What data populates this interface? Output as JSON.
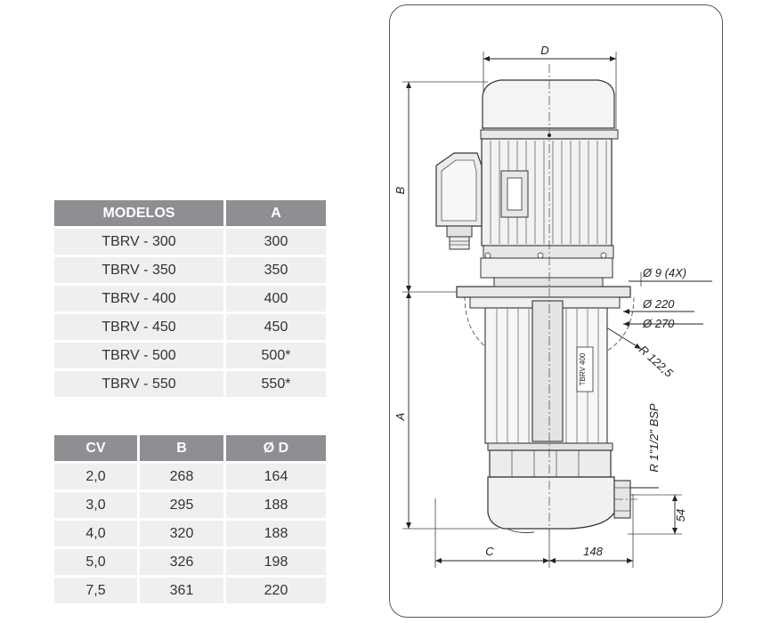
{
  "models_table": {
    "headers": [
      "MODELOS",
      "A"
    ],
    "rows": [
      [
        "TBRV - 300",
        "300"
      ],
      [
        "TBRV - 350",
        "350"
      ],
      [
        "TBRV - 400",
        "400"
      ],
      [
        "TBRV - 450",
        "450"
      ],
      [
        "TBRV - 500",
        "500*"
      ],
      [
        "TBRV - 550",
        "550*"
      ]
    ]
  },
  "cv_table": {
    "headers": [
      "CV",
      "B",
      "Ø D"
    ],
    "rows": [
      [
        "2,0",
        "268",
        "164"
      ],
      [
        "3,0",
        "295",
        "188"
      ],
      [
        "4,0",
        "320",
        "188"
      ],
      [
        "5,0",
        "326",
        "198"
      ],
      [
        "7,5",
        "361",
        "220"
      ]
    ]
  },
  "drawing": {
    "dim_d": "D",
    "dim_b": "B",
    "dim_a": "A",
    "dim_c": "C",
    "dim_148": "148",
    "dim_54": "54",
    "hole_spec": "Ø  9  (4X)",
    "dia_220": "Ø  220",
    "dia_270": "Ø  270",
    "radius": "R 122,5",
    "thread": "R 1\"1/2\" BSP",
    "column_label": "TBRV 400"
  }
}
